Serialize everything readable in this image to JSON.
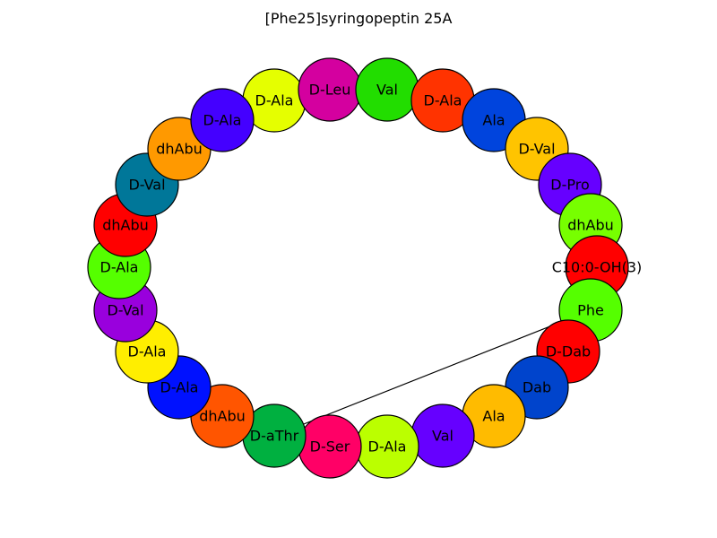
{
  "title": "[Phe25]syringopeptin 25A",
  "nodes": [
    {
      "label": "D-Ala",
      "color": "#E5FF00"
    },
    {
      "label": "D-Leu",
      "color": "#D4009F"
    },
    {
      "label": "Val",
      "color": "#22DD00"
    },
    {
      "label": "D-Ala",
      "color": "#FF3300"
    },
    {
      "label": "Ala",
      "color": "#0044DD"
    },
    {
      "label": "D-Val",
      "color": "#FFC400"
    },
    {
      "label": "D-Pro",
      "color": "#6600FF"
    },
    {
      "label": "dhAbu",
      "color": "#77FF00"
    },
    {
      "label": "C10:0-OH(3)",
      "color": "#FF0000"
    },
    {
      "label": "Phe",
      "color": "#55FF00"
    },
    {
      "label": "D-Dab",
      "color": "#FF0000"
    },
    {
      "label": "Dab",
      "color": "#0044CC"
    },
    {
      "label": "Ala",
      "color": "#FFBB00"
    },
    {
      "label": "Val",
      "color": "#6600FF"
    },
    {
      "label": "D-Ala",
      "color": "#BBFF00"
    },
    {
      "label": "D-Ser",
      "color": "#FF0066"
    },
    {
      "label": "D-aThr",
      "color": "#00B040"
    },
    {
      "label": "dhAbu",
      "color": "#FF5500"
    },
    {
      "label": "D-Ala",
      "color": "#0011FF"
    },
    {
      "label": "D-Ala",
      "color": "#FFEE00"
    },
    {
      "label": "D-Val",
      "color": "#9900DD"
    },
    {
      "label": "D-Ala",
      "color": "#55FF00"
    },
    {
      "label": "dhAbu",
      "color": "#FF0000"
    },
    {
      "label": "D-Val",
      "color": "#007799"
    },
    {
      "label": "dhAbu",
      "color": "#FF9900"
    },
    {
      "label": "D-Ala",
      "color": "#4400FF"
    }
  ],
  "edges": [
    {
      "from": 9,
      "to": 16
    }
  ]
}
